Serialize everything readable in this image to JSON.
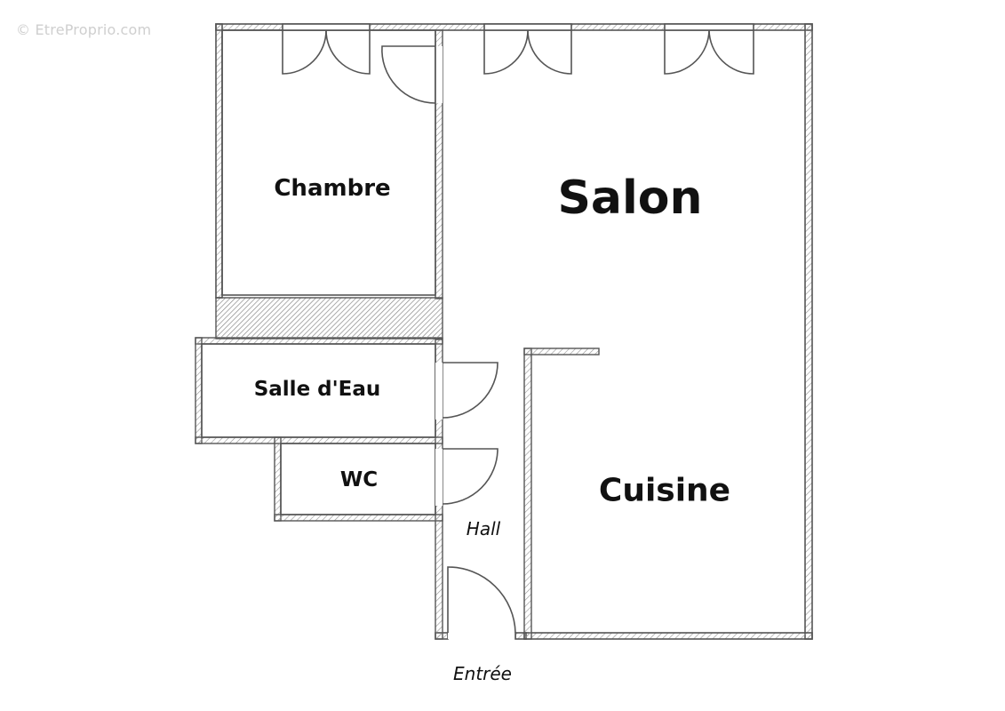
{
  "watermark": "© EtreProprio.com",
  "rooms": {
    "salon": "Salon",
    "chambre": "Chambre",
    "salle_eau": "Salle d'Eau",
    "wc": "WC",
    "cuisine": "Cuisine",
    "hall": "Hall"
  },
  "entrance": "Entrée",
  "colors": {
    "wall_stroke": "#555555",
    "hatch": "#999999",
    "background": "#ffffff",
    "text": "#111111",
    "watermark": "#cfcfcf"
  }
}
